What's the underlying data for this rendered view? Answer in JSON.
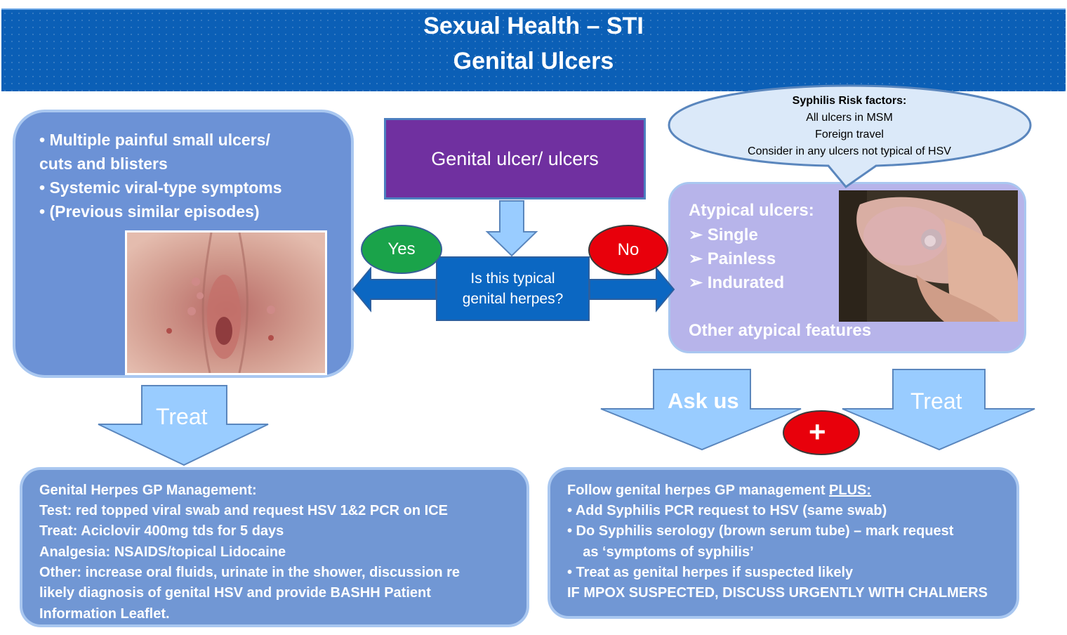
{
  "header": {
    "title_line1": "Sexual Health – STI",
    "title_line2": "Genital Ulcers"
  },
  "colors": {
    "header_blue": "#0b5fb6",
    "box_blue": "#6c92d6",
    "purple": "#7030a0",
    "question_blue": "#0b67c2",
    "yes_green": "#1aa34a",
    "no_red": "#e8000b",
    "atypical_lilac": "#b7b4ea",
    "arrow_light_blue": "#99ccff",
    "bubble_fill": "#dbe9f9"
  },
  "typical": {
    "symptoms": [
      "• Multiple painful small ulcers/",
      "cuts and blisters",
      "• Systemic viral-type symptoms",
      "• (Previous similar episodes)"
    ]
  },
  "flow": {
    "start": "Genital ulcer/ ulcers",
    "question": [
      "Is this  typical",
      "genital herpes?"
    ],
    "yes": "Yes",
    "no": "No",
    "treat_left": "Treat",
    "ask_us": "Ask us",
    "treat_right": "Treat",
    "plus": "+"
  },
  "risk_bubble": {
    "title": "Syphilis Risk factors:",
    "items": [
      "All ulcers in MSM",
      "Foreign travel",
      "Consider in any ulcers not typical of HSV"
    ]
  },
  "atypical": {
    "heading": "Atypical ulcers:",
    "items": [
      "Single",
      "Painless",
      "Indurated"
    ],
    "bullet": "➢",
    "other": "Other atypical features"
  },
  "herpes_management": {
    "lines": [
      "Genital Herpes GP Management:",
      "Test: red topped viral swab and  request HSV 1&2 PCR on ICE",
      "Treat: Aciclovir 400mg tds for 5 days",
      "Analgesia: NSAIDS/topical Lidocaine",
      "Other: increase oral fluids, urinate in the shower,  discussion re",
      "likely diagnosis of genital HSV and provide BASHH Patient",
      "Information Leaflet."
    ]
  },
  "syphilis_management": {
    "intro": "Follow genital herpes GP management ",
    "intro_plus": "PLUS:",
    "lines": [
      "•  Add Syphilis PCR request to HSV (same swab)",
      "•  Do Syphilis serology (brown serum tube) – mark request",
      "    as ‘symptoms of syphilis’",
      "•  Treat as genital herpes if suspected likely",
      "IF MPOX SUSPECTED, DISCUSS URGENTLY WITH CHALMERS"
    ]
  }
}
